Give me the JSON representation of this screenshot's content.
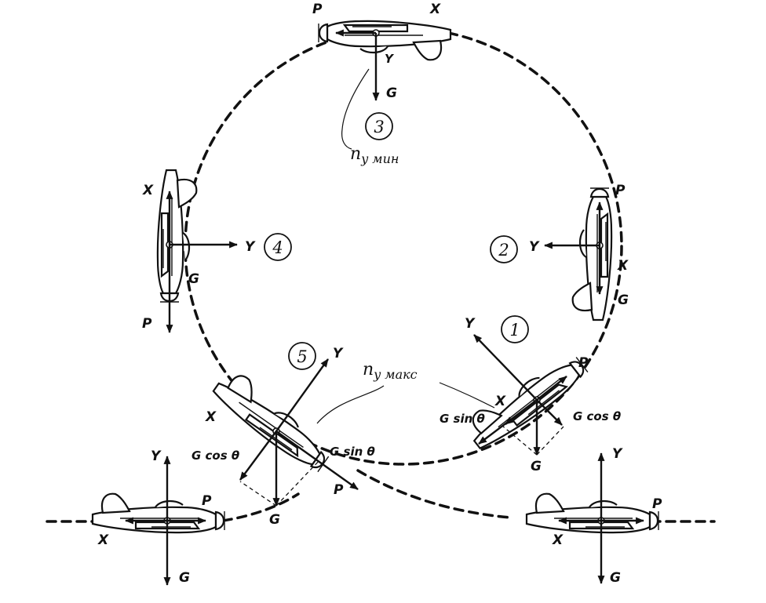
{
  "positions": [
    "1",
    "2",
    "3",
    "4",
    "5"
  ],
  "forces": {
    "thrust": "P",
    "axial": "X",
    "lift": "Y",
    "gravity": "G",
    "gravity_sin": "G sin θ",
    "gravity_cos": "G cos θ"
  },
  "load_factor": {
    "symbol": "n",
    "min_sub": "y мин",
    "max_sub": "y макс"
  }
}
